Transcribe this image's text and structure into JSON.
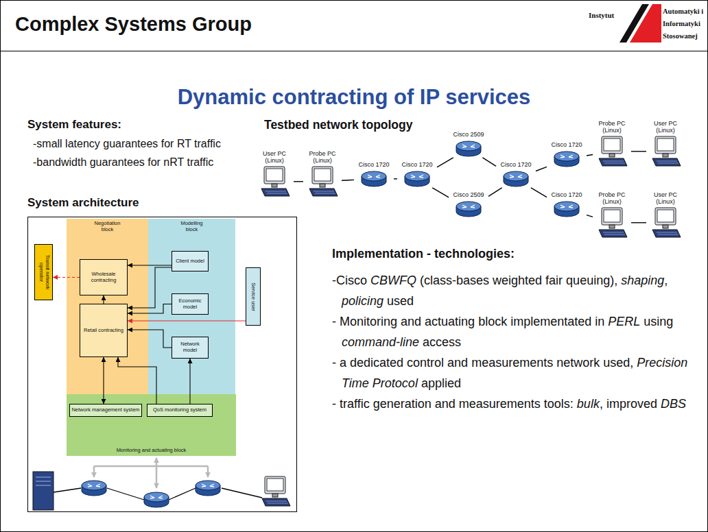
{
  "diagram": {
    "title": "Dynamic contracting of IP services",
    "nodes": [
      {
        "text": [
          "Negotiation block"
        ]
      },
      {
        "text": [
          "Wholesale contracting"
        ],
        "in": 0
      },
      {
        "text": [
          "Retail contracting"
        ],
        "in": 0
      },
      {
        "text": [
          "Modelling block"
        ]
      },
      {
        "text": [
          "Client model"
        ],
        "in": 3
      },
      {
        "text": [
          "Economic model"
        ],
        "in": 3
      },
      {
        "text": [
          "Network model"
        ],
        "in": 3
      },
      {
        "text": [
          "Transit network operator"
        ]
      },
      {
        "text": [
          "Service user"
        ]
      },
      {
        "text": [
          "Monitoring and actuating block"
        ]
      },
      {
        "text": [
          "Network management system"
        ],
        "in": 9
      },
      {
        "text": [
          "QoS monitoring system"
        ],
        "in": 9
      },
      {
        "text": [
          "User PC (Linux)"
        ]
      },
      {
        "text": [
          "Probe PC (Linux)"
        ]
      },
      {
        "text": [
          "Cisco 1720"
        ]
      },
      {
        "text": [
          "Cisco 1720"
        ]
      },
      {
        "text": [
          "Cisco 2509"
        ]
      },
      {
        "text": [
          "Cisco 2509"
        ]
      },
      {
        "text": [
          "Cisco 1720"
        ]
      },
      {
        "text": [
          "Cisco 1720"
        ]
      },
      {
        "text": [
          "Cisco 1720"
        ]
      },
      {
        "text": [
          "Probe PC (Linux)"
        ]
      },
      {
        "text": [
          "User PC (Linux)"
        ]
      },
      {
        "text": [
          "Probe PC (Linux)"
        ]
      },
      {
        "text": [
          "User PC (Linux)"
        ]
      }
    ],
    "edges": [
      {
        "from": 1,
        "to": 7,
        "arrow": "to"
      },
      {
        "from": 4,
        "to": 1,
        "arrow": "to"
      },
      {
        "from": 4,
        "to": 2,
        "arrow": "to"
      },
      {
        "from": 5,
        "to": 2,
        "arrow": "to"
      },
      {
        "from": 6,
        "to": 2,
        "arrow": "to"
      },
      {
        "from": 2,
        "to": 1,
        "arrow": "to"
      },
      {
        "from": 8,
        "to": 2,
        "arrow": "to"
      },
      {
        "from": 2,
        "to": 10,
        "arrow": "both"
      },
      {
        "from": 11,
        "to": 2,
        "arrow": "to"
      },
      {
        "from": 11,
        "to": 6,
        "arrow": "to"
      },
      {
        "from": 12,
        "to": 13,
        "arrow": "none"
      },
      {
        "from": 13,
        "to": 14,
        "arrow": "none"
      },
      {
        "from": 14,
        "to": 15,
        "arrow": "none"
      },
      {
        "from": 15,
        "to": 16,
        "arrow": "none"
      },
      {
        "from": 15,
        "to": 17,
        "arrow": "none"
      },
      {
        "from": 16,
        "to": 18,
        "arrow": "none"
      },
      {
        "from": 17,
        "to": 18,
        "arrow": "none"
      },
      {
        "from": 18,
        "to": 19,
        "arrow": "none"
      },
      {
        "from": 18,
        "to": 20,
        "arrow": "none"
      },
      {
        "from": 19,
        "to": 21,
        "arrow": "none"
      },
      {
        "from": 21,
        "to": 22,
        "arrow": "none"
      },
      {
        "from": 20,
        "to": 23,
        "arrow": "none"
      },
      {
        "from": 23,
        "to": 24,
        "arrow": "none"
      }
    ],
    "labels": [
      "Complex Systems Group",
      "Instytut",
      "Automatyki i Informatyki Stosowanej",
      "System features:",
      "-small latency guarantees for RT traffic",
      "-bandwidth guarantees for nRT traffic",
      "Testbed network topology",
      "System architecture",
      "Implementation - technologies:",
      "-Cisco ",
      "CBWFQ",
      " (class-bases weighted fair queuing), ",
      "shaping",
      ", ",
      "policing",
      " used",
      "- Monitoring and actuating block implementated in ",
      "PERL",
      " using ",
      "command-line",
      " access",
      "- a dedicated control and measurements network used, ",
      "Precision Time Protocol",
      " applied",
      "- traffic generation and measurements tools: ",
      "bulk",
      ", improved ",
      "DBS"
    ]
  }
}
